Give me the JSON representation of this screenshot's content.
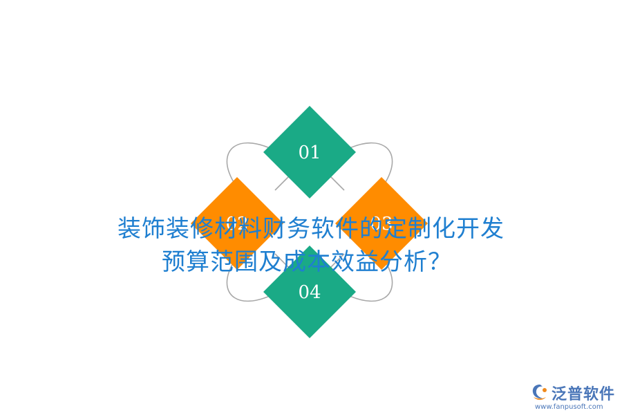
{
  "diagram": {
    "items": [
      {
        "label": "01",
        "color": "#1aaa86"
      },
      {
        "label": "02",
        "color": "#ff8c00"
      },
      {
        "label": "03",
        "color": "#ff8c00"
      },
      {
        "label": "04",
        "color": "#1aaa86"
      }
    ],
    "ring_color": "#a8a8a8"
  },
  "title": {
    "line1": "装饰装修材料财务软件的定制化开发",
    "line2": "预算范围及成本效益分析？",
    "color": "#1f7fd0"
  },
  "logo": {
    "name": "泛普软件",
    "url": "www.fanpusoft.com",
    "color": "#4a76b8"
  }
}
